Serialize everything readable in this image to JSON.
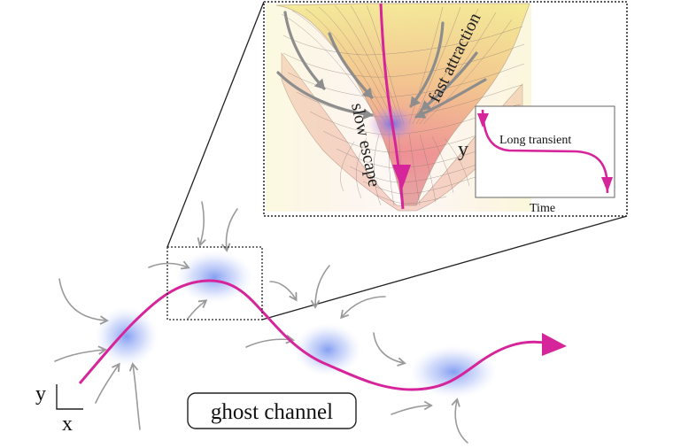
{
  "labels": {
    "slow_escape": "slow escape",
    "fast_attraction": "fast attraction",
    "long_transient": "Long transient",
    "time_axis": "Time",
    "y_axis_inset": "y",
    "ghost_channel": "ghost channel",
    "axis_y": "y",
    "axis_x": "x"
  },
  "colors": {
    "trajectory": "#d6259a",
    "glow": "#8aa2f2",
    "flow_arrows": "#9a9a9a",
    "landscape_yellow": "#f2ec8a",
    "landscape_pink": "#ec7e90",
    "frame": "#222222"
  }
}
